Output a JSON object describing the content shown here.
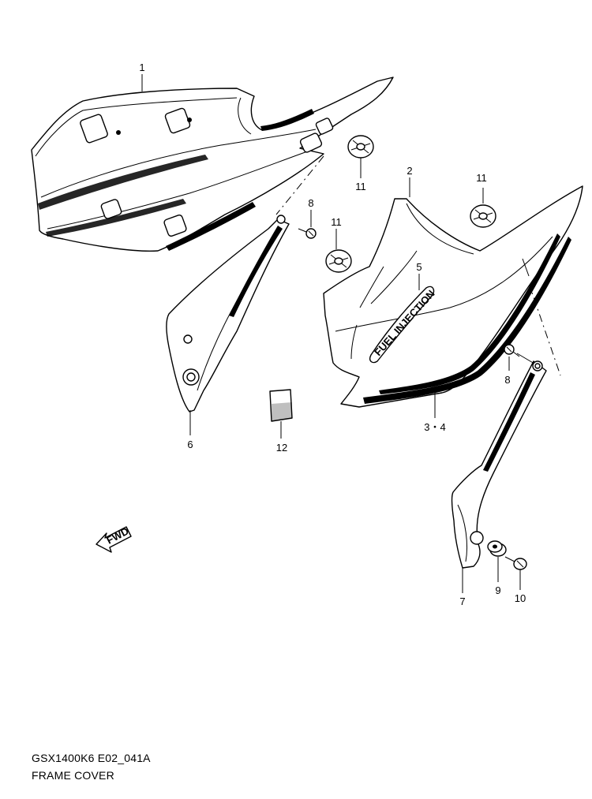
{
  "diagram": {
    "callouts": {
      "c1": "1",
      "c2": "2",
      "c5": "5",
      "c6": "6",
      "c7": "7",
      "c8a": "8",
      "c8b": "8",
      "c9": "9",
      "c10": "10",
      "c11a": "11",
      "c11b": "11",
      "c11c": "11",
      "c12": "12",
      "c34": "3・4"
    },
    "emblem_text": "FUEL INJECTION",
    "fwd_label": "FWD"
  },
  "footer": {
    "code": "GSX1400K6 E02_041A",
    "title": "FRAME COVER"
  }
}
